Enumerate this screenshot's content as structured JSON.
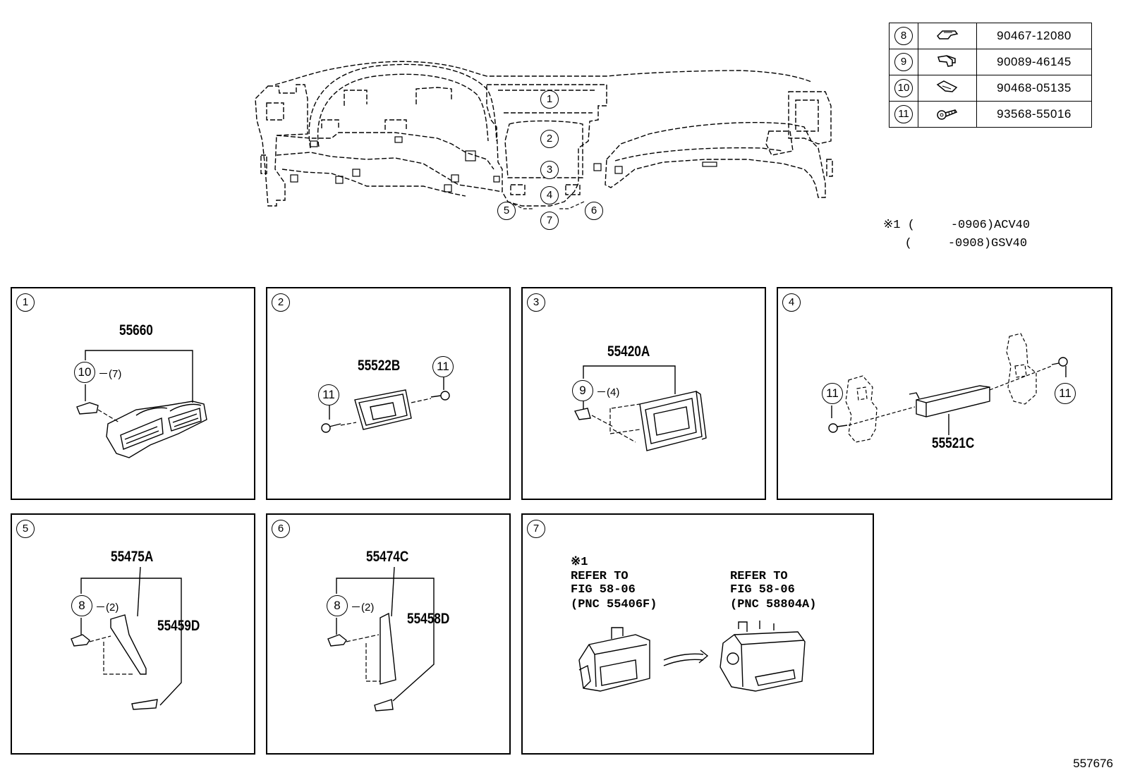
{
  "legend_table": [
    {
      "ref": "8",
      "part_number": "90467-12080",
      "icon": "clip-icon"
    },
    {
      "ref": "9",
      "part_number": "90089-46145",
      "icon": "retainer-icon"
    },
    {
      "ref": "10",
      "part_number": "90468-05135",
      "icon": "clip-icon"
    },
    {
      "ref": "11",
      "part_number": "93568-55016",
      "icon": "screw-icon"
    }
  ],
  "notes": {
    "line1": "※1 (     -0906)ACV40",
    "line2": "   (     -0908)GSV40"
  },
  "overview": {
    "callouts": [
      "1",
      "2",
      "3",
      "4",
      "5",
      "6",
      "7"
    ]
  },
  "panels": [
    {
      "num": "1",
      "part": "55660",
      "fastener_ref": "10",
      "fastener_qty": "－(7)"
    },
    {
      "num": "2",
      "part": "55522B",
      "fastener_ref": "11"
    },
    {
      "num": "3",
      "part": "55420A",
      "fastener_ref": "9",
      "fastener_qty": "－(4)"
    },
    {
      "num": "4",
      "part": "55521C",
      "fastener_ref": "11"
    },
    {
      "num": "5",
      "part": "55475A",
      "part2": "55459D",
      "fastener_ref": "8",
      "fastener_qty": "－(2)"
    },
    {
      "num": "6",
      "part": "55474C",
      "part2": "55458D",
      "fastener_ref": "8",
      "fastener_qty": "－(2)"
    },
    {
      "num": "7",
      "note_mark": "※1",
      "ref1": {
        "line1": "REFER TO",
        "line2": "FIG 58-06",
        "line3": "(PNC 55406F)"
      },
      "ref2": {
        "line1": "REFER TO",
        "line2": "FIG 58-06",
        "line3": "(PNC 58804A)"
      }
    }
  ],
  "footer_id": "557676",
  "colors": {
    "line": "#000000",
    "background": "#ffffff"
  }
}
